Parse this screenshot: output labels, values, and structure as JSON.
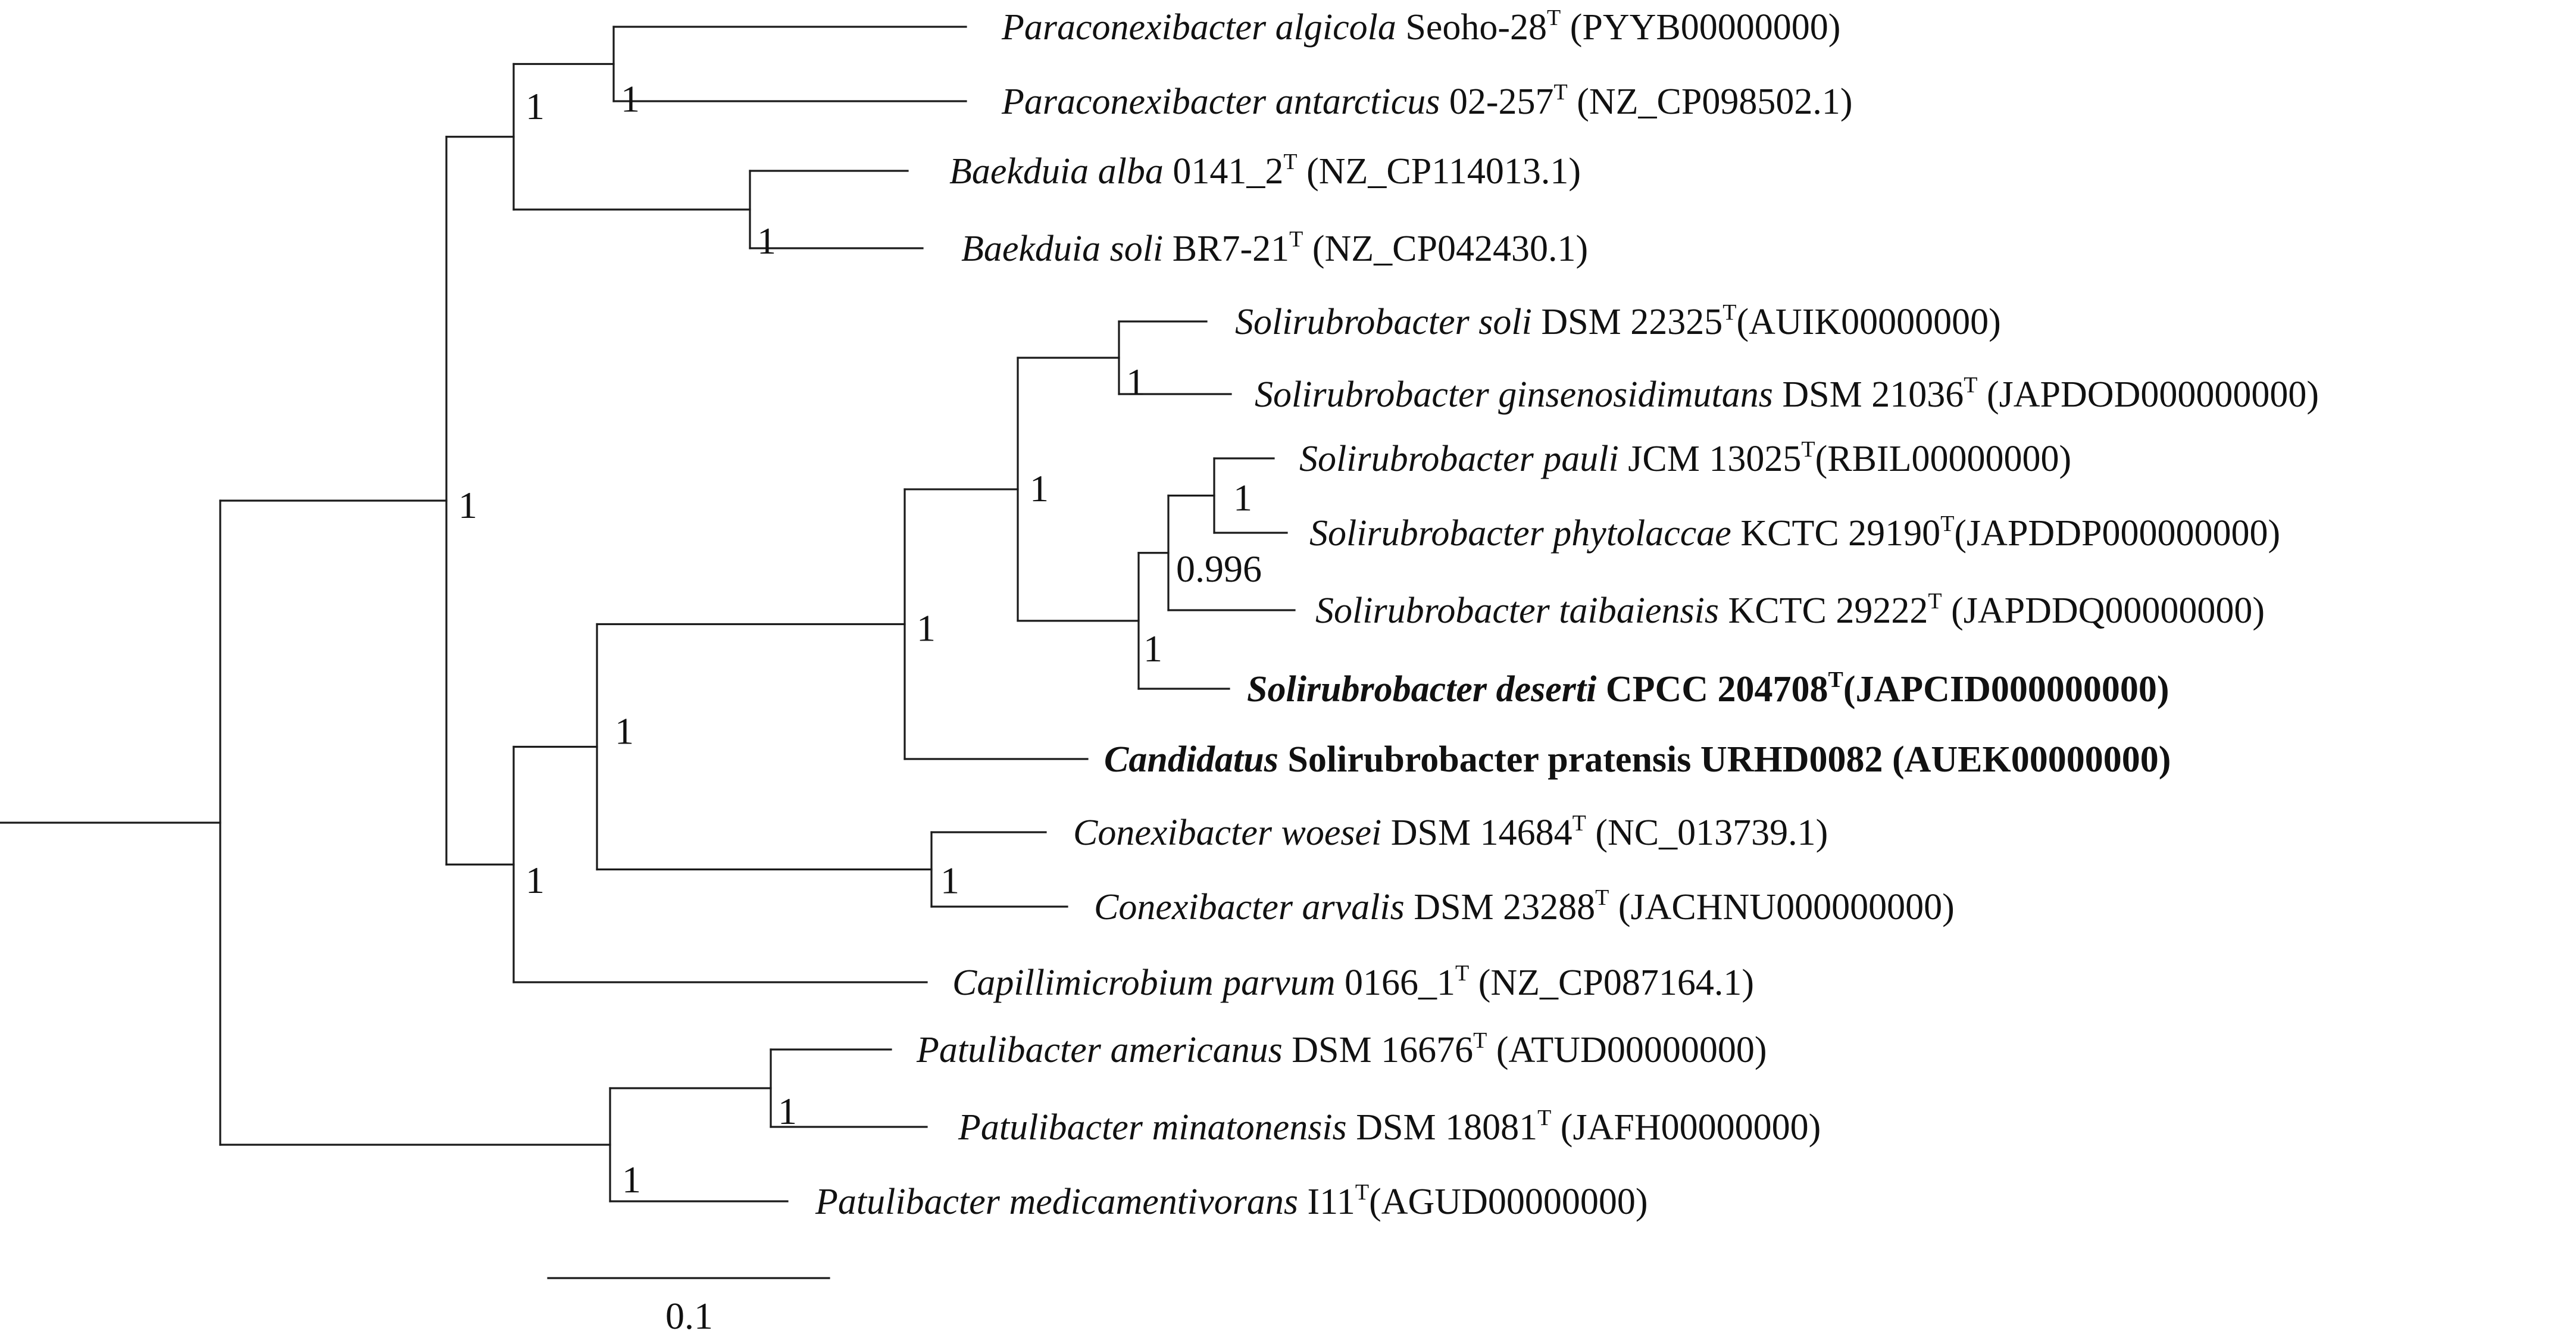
{
  "tree": {
    "leaves": [
      {
        "id": "L1",
        "genus": "Paraconexibacter",
        "species": "algicola",
        "strain": "Seoho-28",
        "type_strain": true,
        "accession": "(PYYB00000000)",
        "bold": false,
        "space_before_accession": true
      },
      {
        "id": "L2",
        "genus": "Paraconexibacter",
        "species": "antarcticus",
        "strain": "02-257",
        "type_strain": true,
        "accession": "(NZ_CP098502.1)",
        "bold": false,
        "space_before_accession": true
      },
      {
        "id": "L3",
        "genus": "Baekduia",
        "species": "alba",
        "strain": "0141_2",
        "type_strain": true,
        "accession": "(NZ_CP114013.1)",
        "bold": false,
        "space_before_accession": true
      },
      {
        "id": "L4",
        "genus": "Baekduia",
        "species": "soli",
        "strain": "BR7-21",
        "type_strain": true,
        "accession": "(NZ_CP042430.1)",
        "bold": false,
        "space_before_accession": true
      },
      {
        "id": "L5",
        "genus": "Solirubrobacter",
        "species": "soli",
        "strain": "DSM 22325",
        "type_strain": true,
        "accession": "(AUIK00000000)",
        "bold": false,
        "space_before_accession": false
      },
      {
        "id": "L6",
        "genus": "Solirubrobacter",
        "species": "ginsenosidimutans",
        "strain": "DSM 21036",
        "type_strain": true,
        "accession": "(JAPDOD000000000)",
        "bold": false,
        "space_before_accession": true
      },
      {
        "id": "L7",
        "genus": "Solirubrobacter",
        "species": "pauli",
        "strain": "JCM 13025",
        "type_strain": true,
        "accession": "(RBIL00000000)",
        "bold": false,
        "space_before_accession": false
      },
      {
        "id": "L8",
        "genus": "Solirubrobacter",
        "species": "phytolaccae",
        "strain": "KCTC 29190",
        "type_strain": true,
        "accession": "(JAPDDP000000000)",
        "bold": false,
        "space_before_accession": false
      },
      {
        "id": "L9",
        "genus": "Solirubrobacter",
        "species": "taibaiensis",
        "strain": "KCTC 29222",
        "type_strain": true,
        "accession": "(JAPDDQ00000000)",
        "bold": false,
        "space_before_accession": true
      },
      {
        "id": "L10",
        "genus": "Solirubrobacter",
        "species": "deserti",
        "strain": "CPCC 204708",
        "type_strain": true,
        "accession": "(JAPCID000000000)",
        "bold": true,
        "space_before_accession": false
      },
      {
        "id": "L11",
        "genus": "Candidatus",
        "species": "Solirubrobacter pratensis",
        "strain": "URHD0082",
        "type_strain": false,
        "accession": "(AUEK00000000)",
        "bold": true,
        "space_before_accession": true,
        "candidatus": true
      },
      {
        "id": "L12",
        "genus": "Conexibacter",
        "species": "woesei",
        "strain": "DSM 14684",
        "type_strain": true,
        "accession": "(NC_013739.1)",
        "bold": false,
        "space_before_accession": true
      },
      {
        "id": "L13",
        "genus": "Conexibacter",
        "species": "arvalis",
        "strain": "DSM 23288",
        "type_strain": true,
        "accession": "(JACHNU000000000)",
        "bold": false,
        "space_before_accession": true
      },
      {
        "id": "L14",
        "genus": "Capillimicrobium",
        "species": "parvum",
        "strain": "0166_1",
        "type_strain": true,
        "accession": "(NZ_CP087164.1)",
        "bold": false,
        "space_before_accession": true
      },
      {
        "id": "L15",
        "genus": "Patulibacter",
        "species": "americanus",
        "strain": "DSM 16676",
        "type_strain": true,
        "accession": "(ATUD00000000)",
        "bold": false,
        "space_before_accession": true
      },
      {
        "id": "L16",
        "genus": "Patulibacter",
        "species": "minatonensis",
        "strain": "DSM 18081",
        "type_strain": true,
        "accession": "(JAFH00000000)",
        "bold": false,
        "space_before_accession": true
      },
      {
        "id": "L17",
        "genus": "Patulibacter",
        "species": "medicamentivorans",
        "strain": "I11",
        "type_strain": true,
        "accession": "(AGUD00000000)",
        "bold": false,
        "space_before_accession": false
      }
    ],
    "type_strain_marker": "T",
    "support_values": [
      {
        "node": "paraconexibacter",
        "value": "1"
      },
      {
        "node": "baekduia",
        "value": "1"
      },
      {
        "node": "para-baek",
        "value": "1"
      },
      {
        "node": "soli-ginseng",
        "value": "1"
      },
      {
        "node": "pauli-phyto",
        "value": "1"
      },
      {
        "node": "pauli-phyto-taibai",
        "value": "0.996"
      },
      {
        "node": "with-deserti",
        "value": "1"
      },
      {
        "node": "solirubrobacter",
        "value": "1"
      },
      {
        "node": "with-candidatus",
        "value": "1"
      },
      {
        "node": "conexibacter",
        "value": "1"
      },
      {
        "node": "with-conexibacter",
        "value": "1"
      },
      {
        "node": "with-capillimicrobium",
        "value": "1"
      },
      {
        "node": "ingroup",
        "value": "1"
      },
      {
        "node": "patulibacter-pair",
        "value": "1"
      },
      {
        "node": "patulibacter",
        "value": "1"
      }
    ],
    "scale_bar": {
      "value": 0.1,
      "label": "0.1"
    }
  }
}
